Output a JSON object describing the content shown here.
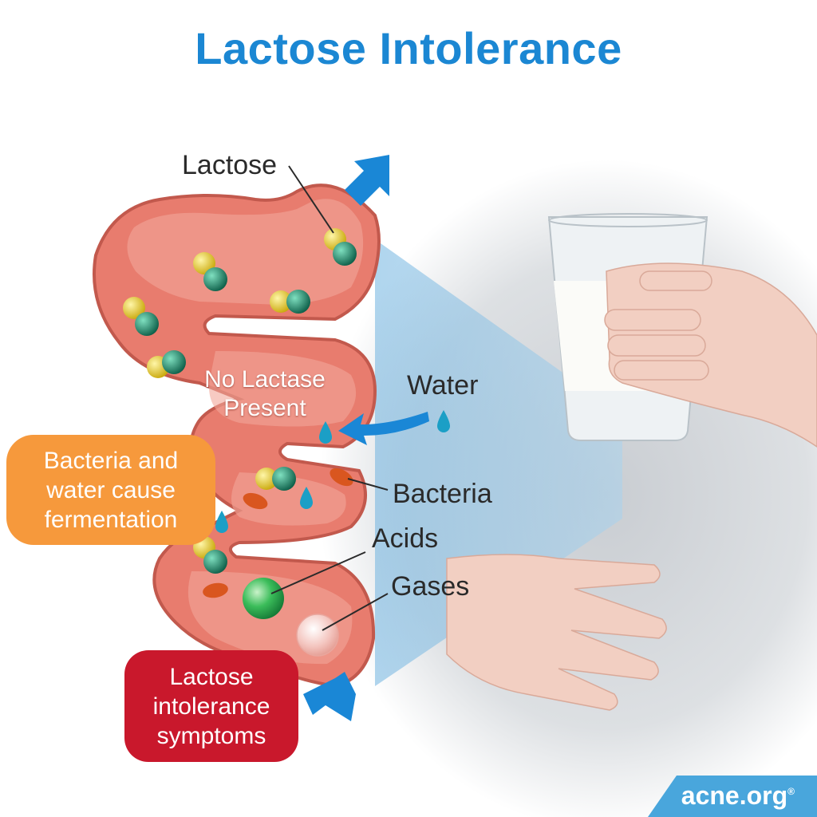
{
  "title": "Lactose Intolerance",
  "labels": {
    "lactose": "Lactose",
    "no_lactase_line1": "No Lactase",
    "no_lactase_line2": "Present",
    "water": "Water",
    "bacteria": "Bacteria",
    "acids": "Acids",
    "gases": "Gases"
  },
  "callouts": {
    "fermentation": [
      "Bacteria and",
      "water cause",
      "fermentation"
    ],
    "symptoms": [
      "Lactose",
      "intolerance",
      "symptoms"
    ]
  },
  "brand": {
    "name": "acne.org",
    "mark": "®"
  },
  "colors": {
    "title": "#1b87d3",
    "arrow": "#1a87d6",
    "intestine": "#e87c6e",
    "fermentation_box": "#f6993c",
    "symptoms_box": "#c9182c",
    "lactose_galactose": "#e3c51f",
    "lactose_glucose": "#16866a",
    "acid": "#3bbd5a",
    "gas": "#f4c6c0"
  }
}
